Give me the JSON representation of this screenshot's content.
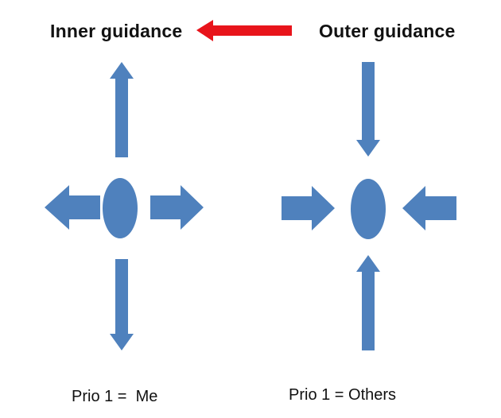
{
  "labels": {
    "inner_guidance": "Inner guidance",
    "outer_guidance": "Outer guidance",
    "left_caption": "Prio 1 =  Me",
    "right_caption": "Prio 1 = Others"
  },
  "colors": {
    "shape_fill": "#4F81BD",
    "highlight_arrow": "#E8141B",
    "text": "#111111",
    "background": "#FFFFFF"
  },
  "icons": {
    "highlight_arrow": "left-arrow-icon",
    "inner_arrows": "outward-arrow-icons",
    "outer_arrows": "inward-arrow-icons",
    "center_shape": "ellipse-icon"
  }
}
